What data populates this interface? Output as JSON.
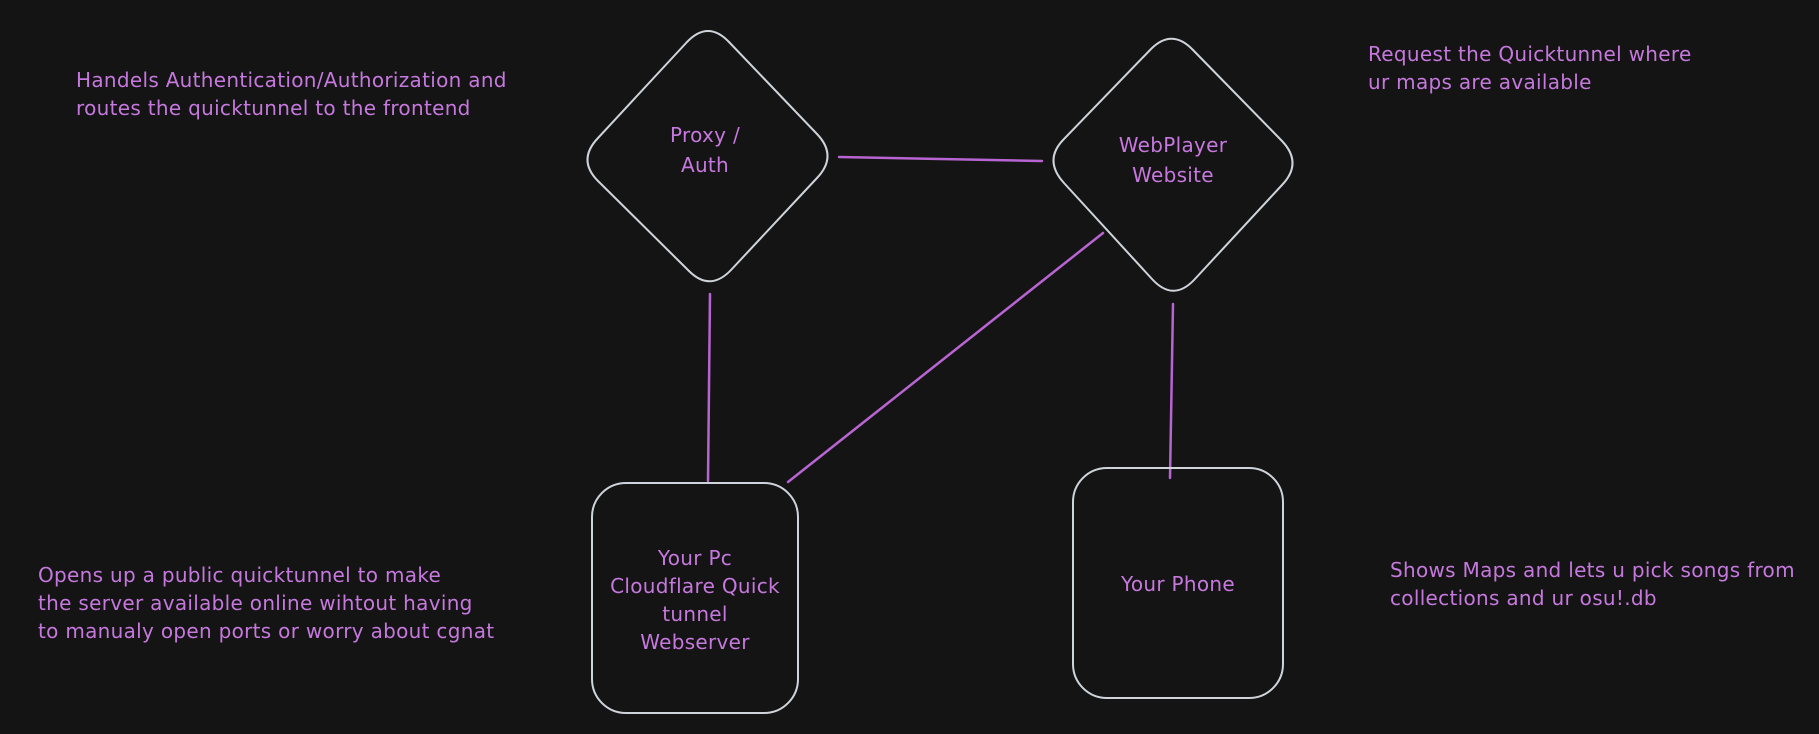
{
  "theme": {
    "background": "#141414",
    "shape_stroke": "#ced4da",
    "edge_stroke": "#b864d2",
    "text_color": "#c678de"
  },
  "diagram": {
    "nodes": {
      "proxy_auth": {
        "type": "diamond",
        "lines": {
          "l1": "Proxy /",
          "l2": "Auth"
        }
      },
      "webplayer": {
        "type": "diamond",
        "lines": {
          "l1": "WebPlayer",
          "l2": "Website"
        }
      },
      "webserver": {
        "type": "rounded-rectangle",
        "lines": {
          "l1": "Your Pc",
          "l2": "Cloudflare Quick",
          "l3": "tunnel",
          "l4": "Webserver"
        }
      },
      "phone": {
        "type": "rounded-rectangle",
        "lines": {
          "l1": "Your Phone"
        }
      }
    },
    "edges": [
      {
        "from": "proxy_auth",
        "to": "webplayer"
      },
      {
        "from": "proxy_auth",
        "to": "webserver"
      },
      {
        "from": "webplayer",
        "to": "webserver"
      },
      {
        "from": "webplayer",
        "to": "phone"
      }
    ],
    "annotations": {
      "top_left": {
        "l1": "Handels Authentication/Authorization and",
        "l2": "routes the quicktunnel to the frontend"
      },
      "top_right": {
        "l1": "Request the Quicktunnel where",
        "l2": "ur maps are available"
      },
      "bottom_left": {
        "l1": "Opens up a public quicktunnel to make",
        "l2": "the server available online wihtout having",
        "l3": "to manualy open ports or worry about cgnat"
      },
      "bottom_right": {
        "l1": "Shows Maps and lets u pick songs from",
        "l2": "collections and ur osu!.db"
      }
    }
  }
}
